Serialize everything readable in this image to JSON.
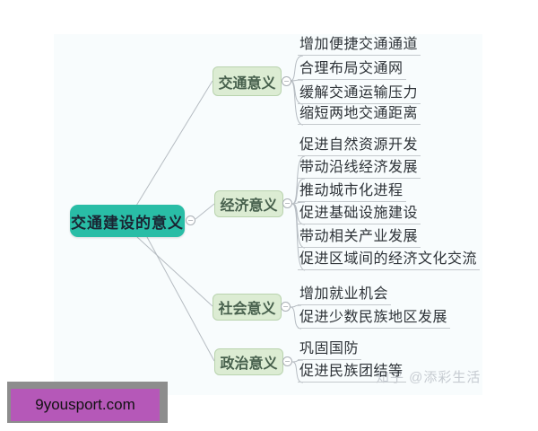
{
  "mindmap": {
    "root": "交通建设的意义",
    "collapse_glyph": "−",
    "branches": [
      {
        "label": "交通意义",
        "children": [
          "增加便捷交通通道",
          "合理布局交通网",
          "缓解交通运输压力",
          "缩短两地交通距离"
        ]
      },
      {
        "label": "经济意义",
        "children": [
          "促进自然资源开发",
          "带动沿线经济发展",
          "推动城市化进程",
          "促进基础设施建设",
          "带动相关产业发展",
          "促进区域间的经济文化交流"
        ]
      },
      {
        "label": "社会意义",
        "children": [
          "增加就业机会",
          "促进少数民族地区发展"
        ]
      },
      {
        "label": "政治意义",
        "children": [
          "巩固国防",
          "促进民族团结等"
        ]
      }
    ]
  },
  "watermark": {
    "text": "知乎 @添彩生活"
  },
  "site_badge": {
    "text": "9yousport.com"
  },
  "colors": {
    "root_bg": "#29bda6",
    "root_text": "#1a2533",
    "branch_bg": "#dcecd3",
    "branch_border": "#b9d3ae",
    "branch_text": "#47604d",
    "leaf_text": "#2e3338",
    "connector_line": "#b6bcc2",
    "leaf_underline": "#c4c9cd",
    "watermark_text": "#c6cbd1",
    "badge_bg": "#b558b8",
    "badge_stripe": "#c77fca",
    "badge_shadow": "#8d8d8d",
    "badge_text": "#111111"
  }
}
